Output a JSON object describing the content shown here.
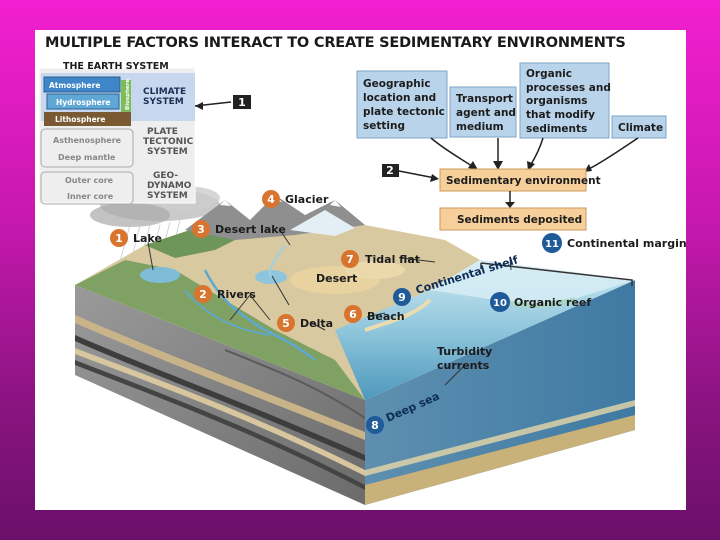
{
  "title": "MULTIPLE FACTORS INTERACT TO CREATE SEDIMENTARY ENVIRONMENTS",
  "earth_system": {
    "heading": "THE EARTH SYSTEM",
    "atmosphere": "Atmosphere",
    "hydrosphere": "Hydrosphere",
    "biosphere": "Biosphere",
    "lithosphere": "Lithosphere",
    "asthenosphere": "Asthenosphere",
    "deep_mantle": "Deep mantle",
    "outer_core": "Outer core",
    "inner_core": "Inner core",
    "climate_system": [
      "CLIMATE",
      "SYSTEM"
    ],
    "plate_tectonic_system": [
      "PLATE",
      "TECTONIC",
      "SYSTEM"
    ],
    "geodynamo_system": [
      "GEO-",
      "DYNAMO",
      "SYSTEM"
    ]
  },
  "markers": {
    "one": "1",
    "two": "2"
  },
  "factors": {
    "geographic": [
      "Geographic",
      "location and",
      "plate tectonic",
      "setting"
    ],
    "transport": [
      "Transport",
      "agent and",
      "medium"
    ],
    "organic": [
      "Organic",
      "processes and",
      "organisms",
      "that modify",
      "sediments"
    ],
    "climate": "Climate"
  },
  "flow": {
    "sedimentary_environment": "Sedimentary environment",
    "sediments_deposited": "Sediments deposited"
  },
  "environments": [
    {
      "num": "1",
      "label": "Lake"
    },
    {
      "num": "2",
      "label": "Rivers"
    },
    {
      "num": "3",
      "label": "Desert lake"
    },
    {
      "num": "4",
      "label": "Glacier"
    },
    {
      "num": "5",
      "label": "Delta"
    },
    {
      "num": "6",
      "label": "Beach"
    },
    {
      "num": "7",
      "label": "Tidal flat"
    },
    {
      "num": "8",
      "label": "Deep sea"
    },
    {
      "num": "9",
      "label": "Continental shelf"
    },
    {
      "num": "10",
      "label": "Organic reef"
    },
    {
      "num": "11",
      "label": "Continental margin"
    }
  ],
  "labels": {
    "desert": "Desert",
    "turbidity": [
      "Turbidity",
      "currents"
    ]
  },
  "colors": {
    "badge_orange": "#d9742f",
    "badge_blue": "#1f5a99",
    "factor_box_blue": "#b9d4ea",
    "flow_box_orange": "#f6cf9a"
  }
}
